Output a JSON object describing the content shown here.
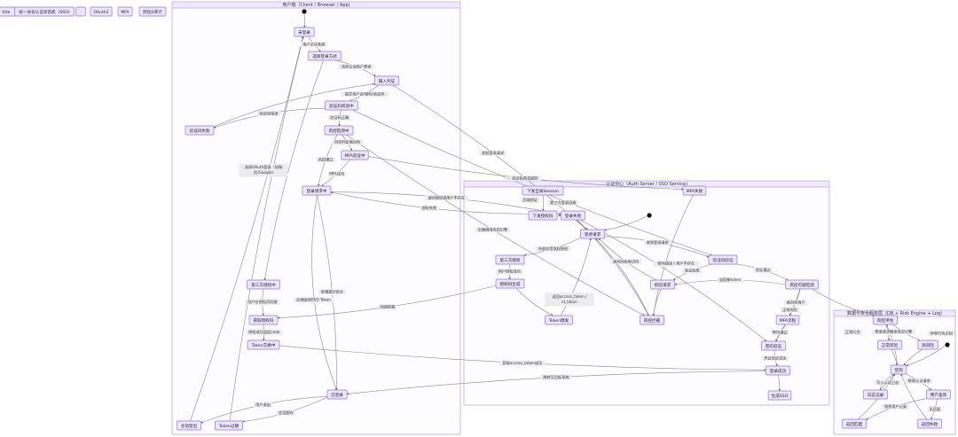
{
  "legend": [
    "title",
    "统一身份认证状态机（SSO)",
    ":",
    "OAuth2",
    "MFA",
    "风控&审计"
  ],
  "clusters": [
    {
      "id": "client",
      "title": "用户端（Client / Browser / App)"
    },
    {
      "id": "auth",
      "title": "认证中心（Auth Server / SSO Service)"
    },
    {
      "id": "data",
      "title": "数据与安全服务层（DB + Risk Engine + Log)"
    }
  ],
  "nodes": [
    {
      "id": "c_unlogged",
      "label": "未登录"
    },
    {
      "id": "c_choose",
      "label": "选择登录方式"
    },
    {
      "id": "c_input",
      "label": "输入凭证"
    },
    {
      "id": "c_captcha",
      "label": "验证码校验中"
    },
    {
      "id": "c_captcha_fail",
      "label": "验证码失败"
    },
    {
      "id": "c_risk",
      "label": "风控检测中"
    },
    {
      "id": "c_mfa",
      "label": "MFA验证中"
    },
    {
      "id": "c_loginreq",
      "label": "登录请求中"
    },
    {
      "id": "c_3rd",
      "label": "第三方授权中"
    },
    {
      "id": "c_code",
      "label": "获取授权码"
    },
    {
      "id": "c_token",
      "label": "Token交换中"
    },
    {
      "id": "c_logged",
      "label": "已登录"
    },
    {
      "id": "c_logout",
      "label": "主动登出"
    },
    {
      "id": "c_expired",
      "label": "Token过期"
    },
    {
      "id": "a_session",
      "label": "下发全局Session"
    },
    {
      "id": "a_mfafail",
      "label": "MFA失败"
    },
    {
      "id": "a_issuecode",
      "label": "下发授权码"
    },
    {
      "id": "a_loginfail",
      "label": "登录失败"
    },
    {
      "id": "a_wait",
      "label": "等待请求"
    },
    {
      "id": "a_3rd",
      "label": "第三方授权"
    },
    {
      "id": "a_captcha",
      "label": "验证码验证"
    },
    {
      "id": "a_codegen",
      "label": "授权码生成"
    },
    {
      "id": "a_check",
      "label": "校验请求"
    },
    {
      "id": "a_riskcheck",
      "label": "风控可疑检测"
    },
    {
      "id": "a_tokenissue",
      "label": "Token颁发"
    },
    {
      "id": "a_block",
      "label": "风控拦截"
    },
    {
      "id": "a_mfa",
      "label": "MFA流程"
    },
    {
      "id": "a_pwd",
      "label": "密码验证"
    },
    {
      "id": "a_success",
      "label": "登录成功"
    },
    {
      "id": "a_sso",
      "label": "生成SSO"
    },
    {
      "id": "d_eval",
      "label": "风控评估"
    },
    {
      "id": "d_normal",
      "label": "正常风险"
    },
    {
      "id": "d_high",
      "label": "高风险"
    },
    {
      "id": "d_idle",
      "label": "空闲"
    },
    {
      "id": "d_log",
      "label": "日志记录"
    },
    {
      "id": "d_query",
      "label": "用户查询"
    },
    {
      "id": "d_match",
      "label": "返回匹配"
    },
    {
      "id": "d_fail",
      "label": "返回失败"
    }
  ],
  "notes": [
    {
      "id": "n_oauth",
      "lines": [
        "选择OAuth登录（如微",
        "信/Google)"
      ]
    },
    {
      "id": "n_token",
      "lines": [
        "返回access_token /",
        "id_token"
      ]
    }
  ],
  "edges": [
    {
      "from": "start_c",
      "to": "c_unlogged",
      "label": ""
    },
    {
      "from": "c_unlogged",
      "to": "c_choose",
      "label": "用户访问系统"
    },
    {
      "from": "c_choose",
      "to": "c_input",
      "label": "选择企业账户登录"
    },
    {
      "from": "c_choose",
      "to": "c_3rd",
      "label": ""
    },
    {
      "from": "c_input",
      "to": "c_captcha",
      "label": "提交用户名/密码/验证码"
    },
    {
      "from": "c_captcha",
      "to": "c_captcha_fail",
      "label": "验证码错误"
    },
    {
      "from": "c_captcha_fail",
      "to": "c_input",
      "label": ""
    },
    {
      "from": "c_captcha",
      "to": "c_risk",
      "label": "验证码正确"
    },
    {
      "from": "c_risk",
      "to": "c_mfa",
      "label": "风控判定高风险"
    },
    {
      "from": "c_risk",
      "to": "c_loginreq",
      "label": "风控通过"
    },
    {
      "from": "c_mfa",
      "to": "c_loginreq",
      "label": "MFA成功"
    },
    {
      "from": "c_mfa",
      "to": "a_mfafail",
      "label": "验证失败或超时"
    },
    {
      "from": "c_input",
      "to": "a_wait",
      "label": "发起登录请求"
    },
    {
      "from": "c_captcha",
      "to": "a_captcha",
      "label": "后端验证"
    },
    {
      "from": "c_loginreq",
      "to": "a_loginfail",
      "label": "返回错误或用户不存在"
    },
    {
      "from": "c_risk",
      "to": "a_block",
      "label": "后端调用风控引擎"
    },
    {
      "from": "c_loginreq",
      "to": "c_logged",
      "label": "前端提示因子"
    },
    {
      "from": "c_3rd",
      "to": "c_code",
      "label": "用户在授权页同意"
    },
    {
      "from": "c_code",
      "to": "c_token",
      "label": "授权成功返回code"
    },
    {
      "from": "c_token",
      "to": "a_success",
      "label": "获取access_token成功"
    },
    {
      "from": "c_loginreq",
      "to": "c_logged",
      "label": "后端返回SSO Token"
    },
    {
      "from": "c_logged",
      "to": "c_logout",
      "label": "用户退出"
    },
    {
      "from": "c_logged",
      "to": "c_expired",
      "label": "会话超时"
    },
    {
      "from": "c_logout",
      "to": "c_unlogged",
      "label": ""
    },
    {
      "from": "c_expired",
      "to": "c_unlogged",
      "label": ""
    },
    {
      "from": "a_success",
      "to": "c_logged",
      "label": "跳转至目标系统"
    },
    {
      "from": "a_session",
      "to": "a_issuecode",
      "label": "第三方登录回调"
    },
    {
      "from": "a_issuecode",
      "to": "a_loginfail",
      "label": ""
    },
    {
      "from": "start_a",
      "to": "a_wait",
      "label": ""
    },
    {
      "from": "a_loginfail",
      "to": "a_wait",
      "label": ""
    },
    {
      "from": "a_wait",
      "to": "a_3rd",
      "label": "外部应用发起授权"
    },
    {
      "from": "a_3rd",
      "to": "a_codegen",
      "label": "用户授权成功"
    },
    {
      "from": "a_codegen",
      "to": "c_code",
      "label": "回调前端"
    },
    {
      "from": "a_codegen",
      "to": "a_tokenissue",
      "label": ""
    },
    {
      "from": "a_issuecode",
      "to": "c_loginreq",
      "label": "授权失败"
    },
    {
      "from": "a_tokenissue",
      "to": "a_wait",
      "label": ""
    },
    {
      "from": "a_wait",
      "to": "a_captcha",
      "label": "收到登录请求"
    },
    {
      "from": "a_captcha",
      "to": "a_check",
      "label": "验证失败"
    },
    {
      "from": "a_check",
      "to": "a_wait",
      "label": "高风险拒绝访问"
    },
    {
      "from": "a_check",
      "to": "a_block",
      "label": ""
    },
    {
      "from": "a_captcha",
      "to": "a_riskcheck",
      "label": "验证通过"
    },
    {
      "from": "a_block",
      "to": "a_wait",
      "label": ""
    },
    {
      "from": "a_loginfail",
      "to": "a_block",
      "label": ""
    },
    {
      "from": "a_mfafail",
      "to": "a_block",
      "label": ""
    },
    {
      "from": "a_riskcheck",
      "to": "a_mfa",
      "label": "高风险用户"
    },
    {
      "from": "a_mfa",
      "to": "a_pwd",
      "label": "MFA通过"
    },
    {
      "from": "a_riskcheck",
      "to": "a_pwd",
      "label": "正常风险"
    },
    {
      "from": "a_riskcheck",
      "to": "a_check",
      "label": "返回新token"
    },
    {
      "from": "a_loginfail",
      "to": "a_pwd",
      "label": "密码错误 / 用户不存在"
    },
    {
      "from": "a_pwd",
      "to": "a_success",
      "label": "凭证验证成功"
    },
    {
      "from": "a_success",
      "to": "a_sso",
      "label": ""
    },
    {
      "from": "a_riskcheck",
      "to": "d_eval",
      "label": ""
    },
    {
      "from": "start_d",
      "to": "d_idle",
      "label": ""
    },
    {
      "from": "d_idle",
      "to": "d_eval",
      "label": "登录请求触发风控引擎"
    },
    {
      "from": "d_eval",
      "to": "d_normal",
      "label": "正常行为"
    },
    {
      "from": "d_eval",
      "to": "d_high",
      "label": "异常行为识别"
    },
    {
      "from": "d_normal",
      "to": "d_idle",
      "label": ""
    },
    {
      "from": "d_high",
      "to": "d_idle",
      "label": ""
    },
    {
      "from": "d_idle",
      "to": "d_log",
      "label": "写入认证日志"
    },
    {
      "from": "d_log",
      "to": "d_idle",
      "label": ""
    },
    {
      "from": "d_idle",
      "to": "d_query",
      "label": "接收认证请求"
    },
    {
      "from": "d_query",
      "to": "d_match",
      "label": "找到用户记录"
    },
    {
      "from": "d_query",
      "to": "d_fail",
      "label": "无匹配"
    },
    {
      "from": "d_match",
      "to": "d_idle",
      "label": ""
    },
    {
      "from": "d_fail",
      "to": "d_idle",
      "label": ""
    }
  ],
  "colors": {
    "node_fill": "#ece7ff",
    "node_stroke": "#a98ff0",
    "cluster_stroke": "#c9b8f5",
    "edge": "#8a8a8a"
  }
}
